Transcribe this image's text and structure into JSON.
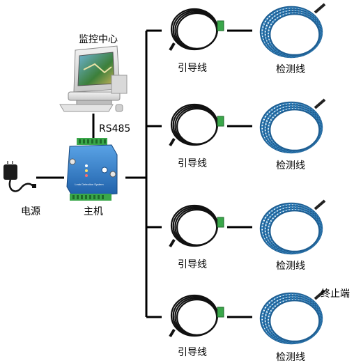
{
  "monitor_label": "监控中心",
  "rs485_label": "RS485",
  "power_label": "电源",
  "host_label": "主机",
  "end_label": "终止端",
  "module_brand": "Leak Detection System",
  "branches": [
    {
      "lead_label": "引导线",
      "sensor_label": "检测线"
    },
    {
      "lead_label": "引导线",
      "sensor_label": "检测线"
    },
    {
      "lead_label": "引导线",
      "sensor_label": "检测线"
    },
    {
      "lead_label": "引导线",
      "sensor_label": "检测线"
    }
  ],
  "colors": {
    "wire": "#000000",
    "sensor_cable": "#3e8fc9",
    "sensor_cable_dark": "#1f5f93",
    "lead_cable": "#111111",
    "connector_green": "#3aa74a",
    "module_blue": "#2f7fcc"
  }
}
